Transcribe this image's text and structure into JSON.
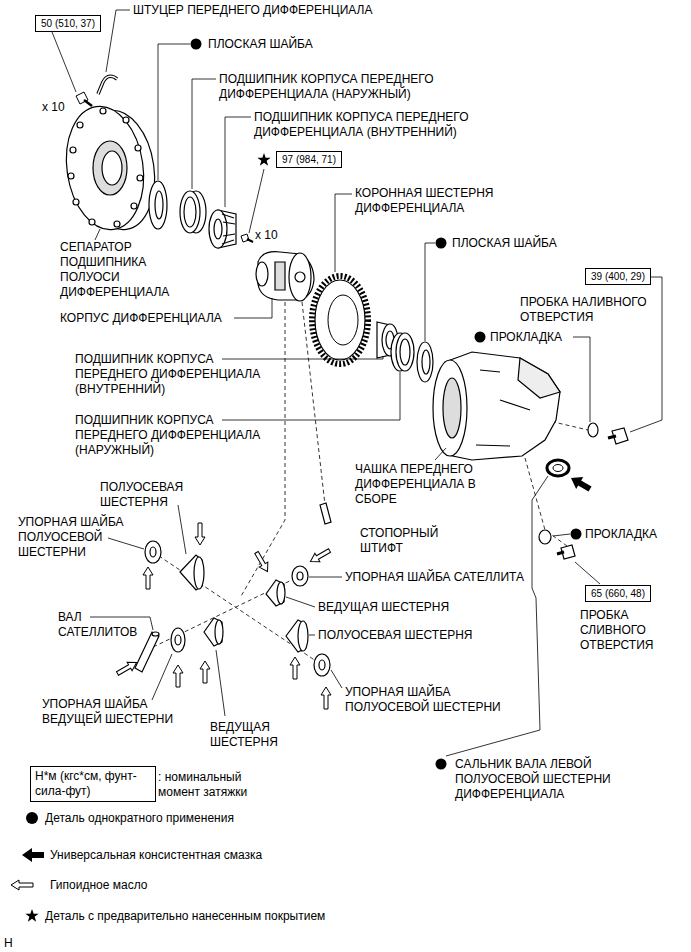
{
  "diagram": {
    "nodes": [
      {
        "text": [
          "50 (510, 37)"
        ]
      },
      {
        "text": [
          "97 (984, 71)"
        ]
      },
      {
        "text": [
          "39 (400, 29)"
        ]
      },
      {
        "text": [
          "65 (660, 48)"
        ]
      },
      {
        "text": [
          "Н*м (кгс*см, фунт-сила-фут)"
        ]
      }
    ],
    "labels": [
      "ШТУЦЕР ПЕРЕДНЕГО ДИФФЕРЕНЦИАЛА",
      "ПЛОСКАЯ ШАЙБА",
      "ПОДШИПНИК КОРПУСА ПЕРЕДНЕГО ДИФФЕРЕНЦИАЛА (НАРУЖНЫЙ)",
      "ПОДШИПНИК КОРПУСА ПЕРЕДНЕГО ДИФФЕРЕНЦИАЛА (ВНУТРЕННИЙ)",
      "x 10",
      "x 10",
      "КОРОННАЯ ШЕСТЕРНЯ ДИФФЕРЕНЦИАЛА",
      "ПЛОСКАЯ ШАЙБА",
      "ПРОБКА НАЛИВНОГО ОТВЕРСТИЯ",
      "ПРОКЛАДКА",
      "СЕПАРАТОР ПОДШИПНИКА ПОЛУОСИ ДИФФЕРЕНЦИАЛА",
      "КОРПУС ДИФФЕРЕНЦИАЛА",
      "ПОДШИПНИК КОРПУСА ПЕРЕДНЕГО ДИФФЕРЕНЦИАЛА (ВНУТРЕННИЙ)",
      "ПОДШИПНИК КОРПУСА ПЕРЕДНЕГО ДИФФЕРЕНЦИАЛА (НАРУЖНЫЙ)",
      "ЧАШКА ПЕРЕДНЕГО ДИФФЕРЕНЦИАЛА В СБОРЕ",
      "ПОЛУОСЕВАЯ ШЕСТЕРНЯ",
      "УПОРНАЯ ШАЙБА ПОЛУОСЕВОЙ ШЕСТЕРНИ",
      "СТОПОРНЫЙ ШТИФТ",
      "ПРОКЛАДКА",
      "УПОРНАЯ ШАЙБА САТЕЛЛИТА",
      "ВЕДУЩАЯ ШЕСТЕРНЯ",
      "ВАЛ САТЕЛЛИТОВ",
      "ПОЛУОСЕВАЯ ШЕСТЕРНЯ",
      "ПРОБКА СЛИВНОГО ОТВЕРСТИЯ",
      "УПОРНАЯ ШАЙБА ВЕДУЩЕЙ ШЕСТЕРНИ",
      "УПОРНАЯ ШАЙБА ПОЛУОСЕВОЙ ШЕСТЕРНИ",
      "ВЕДУЩАЯ ШЕСТЕРНЯ",
      "САЛЬНИК ВАЛА ЛЕВОЙ ПОЛУОСЕВОЙ ШЕСТЕРНИ ДИФФЕРЕНЦИАЛА",
      "H"
    ],
    "legend": [
      {
        "text": ": номинальный момент затяжки"
      },
      {
        "text": "Деталь однократного применения"
      },
      {
        "text": "Универсальная консистентная смазка"
      },
      {
        "text": "Гипоидное масло"
      },
      {
        "text": "Деталь с предварительно нанесенным покрытием"
      }
    ]
  }
}
